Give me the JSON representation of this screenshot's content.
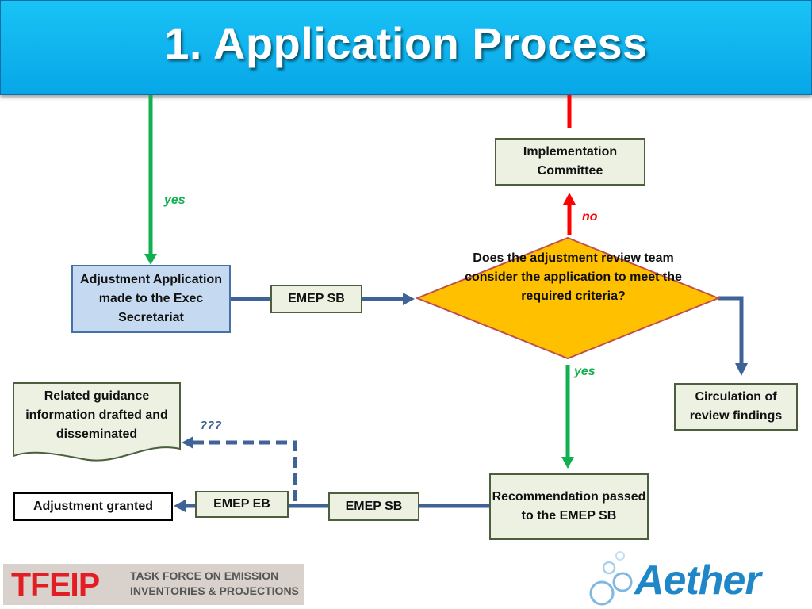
{
  "title": "1. Application Process",
  "colors": {
    "header": "#0ab3ee",
    "decision": "#ffc000",
    "yes": "#10b050",
    "no": "#ff0000",
    "connector": "#3f6396",
    "dashed": "#3f6396"
  },
  "nodes": {
    "implementation_committee": "Implementation Committee",
    "adjustment_application": "Adjustment Application made to the Exec Secretariat",
    "emep_sb_top": "EMEP SB",
    "decision": "Does the adjustment review team consider the application to meet the required criteria?",
    "circulation": "Circulation of review findings",
    "related_guidance": "Related guidance information drafted and disseminated",
    "recommendation": "Recommendation passed to the EMEP SB",
    "adjustment_granted": "Adjustment granted",
    "emep_eb": "EMEP EB",
    "emep_sb_bottom": "EMEP SB"
  },
  "labels": {
    "yes_top": "yes",
    "no": "no",
    "yes_mid": "yes",
    "unknown": "???"
  },
  "footer": {
    "tfeip_logo": "TFEIP",
    "tfeip_line1": "TASK FORCE ON EMISSION",
    "tfeip_line2": "INVENTORIES & PROJECTIONS",
    "aether": "Aether"
  }
}
